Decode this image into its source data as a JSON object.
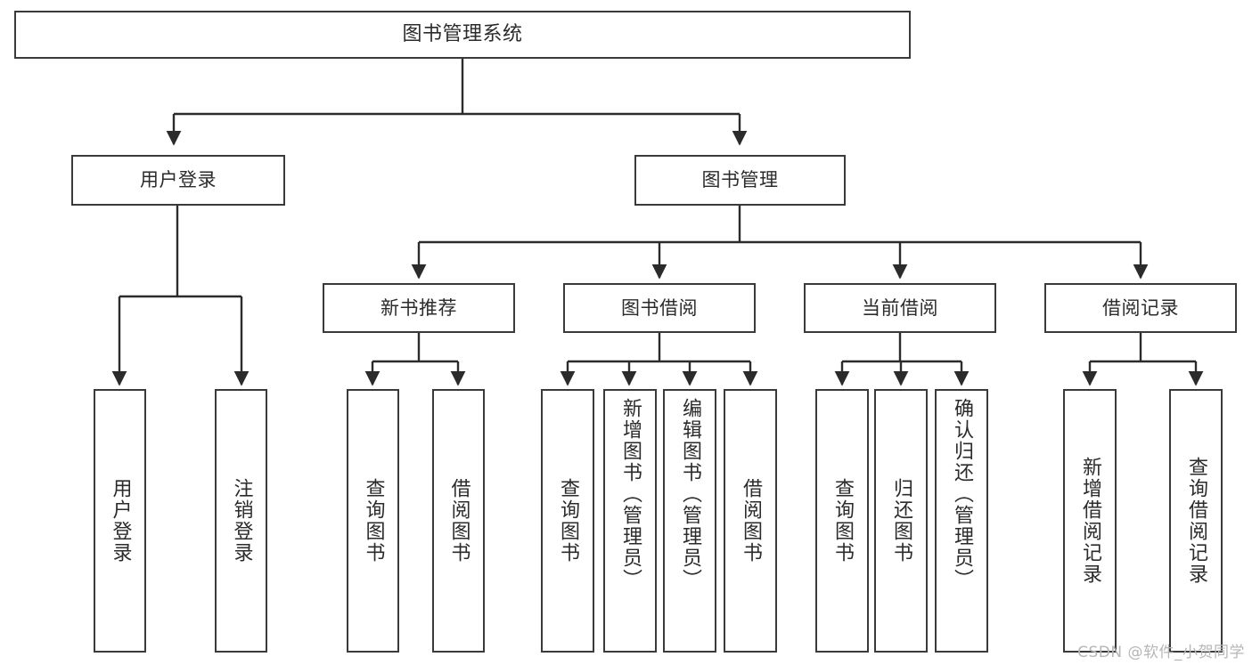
{
  "diagram": {
    "type": "tree-hierarchy-diagram",
    "title": "图书管理系统",
    "watermark": "CSDN @软件_小贺同学",
    "colors": {
      "background": "#ffffff",
      "node_border": "#3a3a3a",
      "node_fill": "#ffffff",
      "edge": "#2b2b2b",
      "text": "#2b2b2b",
      "watermark": "#b6b6b6"
    },
    "levels": {
      "root": {
        "label": "图书管理系统"
      },
      "level2": [
        {
          "label": "用户登录"
        },
        {
          "label": "图书管理"
        }
      ],
      "level3": [
        {
          "label": "新书推荐"
        },
        {
          "label": "图书借阅"
        },
        {
          "label": "当前借阅"
        },
        {
          "label": "借阅记录"
        }
      ],
      "leaves": {
        "user_login": [
          {
            "label": "用户登录"
          },
          {
            "label": "注销登录"
          }
        ],
        "new_book_recommend": [
          {
            "label": "查询图书"
          },
          {
            "label": "借阅图书"
          }
        ],
        "book_borrow": [
          {
            "label": "查询图书"
          },
          {
            "label": "新增图书（管理员）"
          },
          {
            "label": "编辑图书（管理员）"
          },
          {
            "label": "借阅图书"
          }
        ],
        "current_borrow": [
          {
            "label": "查询图书"
          },
          {
            "label": "归还图书"
          },
          {
            "label": "确认归还（管理员）"
          }
        ],
        "borrow_records": [
          {
            "label": "新增借阅记录"
          },
          {
            "label": "查询借阅记录"
          }
        ]
      }
    }
  }
}
